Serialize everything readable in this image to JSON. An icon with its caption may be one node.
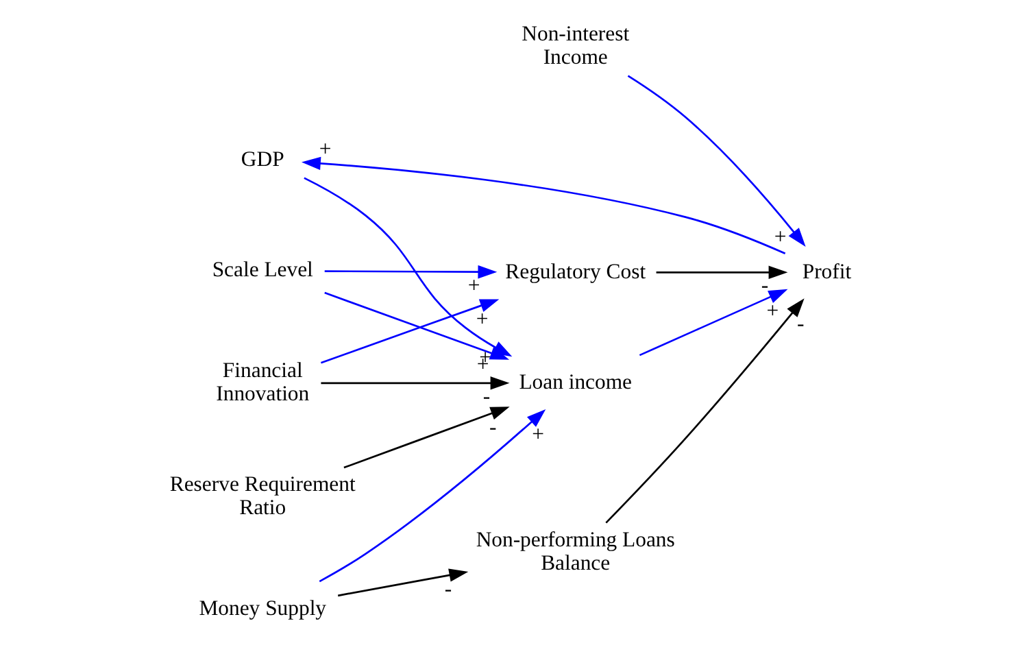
{
  "diagram": {
    "nodes": [
      {
        "text": [
          "GDP"
        ]
      },
      {
        "text": [
          "Financial Innovation"
        ]
      },
      {
        "text": [
          "Non-interest Income"
        ]
      },
      {
        "text": [
          "Profit"
        ]
      },
      {
        "text": [
          "Regulatory Cost"
        ]
      },
      {
        "text": [
          "Non-performing Loans Balance"
        ]
      },
      {
        "text": [
          "Loan income"
        ]
      },
      {
        "text": [
          "Scale Level"
        ]
      },
      {
        "text": [
          "Reserve Requirement Ratio"
        ]
      },
      {
        "text": [
          "Money Supply"
        ]
      }
    ],
    "edges": [
      {
        "from": 3,
        "to": 0,
        "arrow": "to",
        "label": "+"
      },
      {
        "from": 0,
        "to": 6,
        "arrow": "to",
        "label": "+"
      },
      {
        "from": 2,
        "to": 3,
        "arrow": "to",
        "label": "+"
      },
      {
        "from": 6,
        "to": 3,
        "arrow": "to",
        "label": "+"
      },
      {
        "from": 1,
        "to": 6,
        "arrow": "to",
        "label": "-",
        "color": "#000000"
      },
      {
        "from": 1,
        "to": 4,
        "arrow": "to",
        "label": "+"
      },
      {
        "from": 4,
        "to": 3,
        "arrow": "to",
        "label": "-",
        "color": "#000000"
      },
      {
        "from": 5,
        "to": 3,
        "arrow": "to",
        "label": "-",
        "color": "#000000"
      },
      {
        "from": 7,
        "to": 4,
        "arrow": "to",
        "label": "+"
      },
      {
        "from": 7,
        "to": 6,
        "arrow": "to",
        "label": "+"
      },
      {
        "from": 9,
        "to": 6,
        "arrow": "to",
        "label": "+"
      },
      {
        "from": 9,
        "to": 5,
        "arrow": "to",
        "label": "-",
        "color": "#000000"
      },
      {
        "from": 8,
        "to": 6,
        "arrow": "to",
        "label": "-",
        "color": "#000000"
      }
    ]
  }
}
